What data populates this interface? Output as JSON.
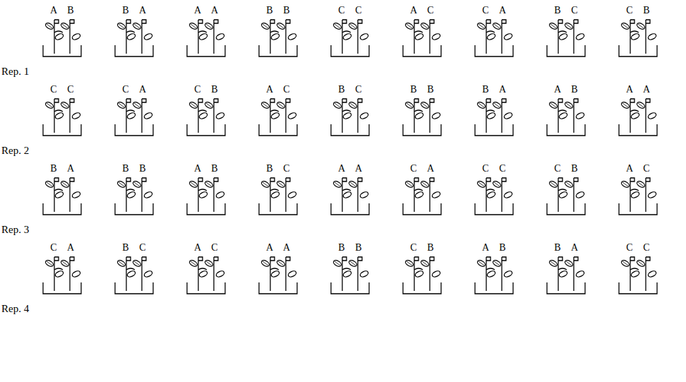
{
  "diagram": {
    "labels": [
      "A",
      "B",
      "B",
      "A",
      "A",
      "A",
      "B",
      "B",
      "C",
      "C",
      "A",
      "C",
      "C",
      "A",
      "B",
      "C",
      "C",
      "B",
      "Rep. 1",
      "C",
      "C",
      "C",
      "A",
      "C",
      "B",
      "A",
      "C",
      "B",
      "C",
      "B",
      "B",
      "B",
      "A",
      "A",
      "B",
      "A",
      "A",
      "Rep. 2",
      "B",
      "A",
      "B",
      "B",
      "A",
      "B",
      "B",
      "C",
      "A",
      "A",
      "C",
      "A",
      "C",
      "C",
      "C",
      "B",
      "A",
      "C",
      "Rep. 3",
      "C",
      "A",
      "B",
      "C",
      "A",
      "C",
      "A",
      "A",
      "B",
      "B",
      "C",
      "B",
      "A",
      "B",
      "B",
      "A",
      "C",
      "C",
      "Rep. 4"
    ]
  }
}
